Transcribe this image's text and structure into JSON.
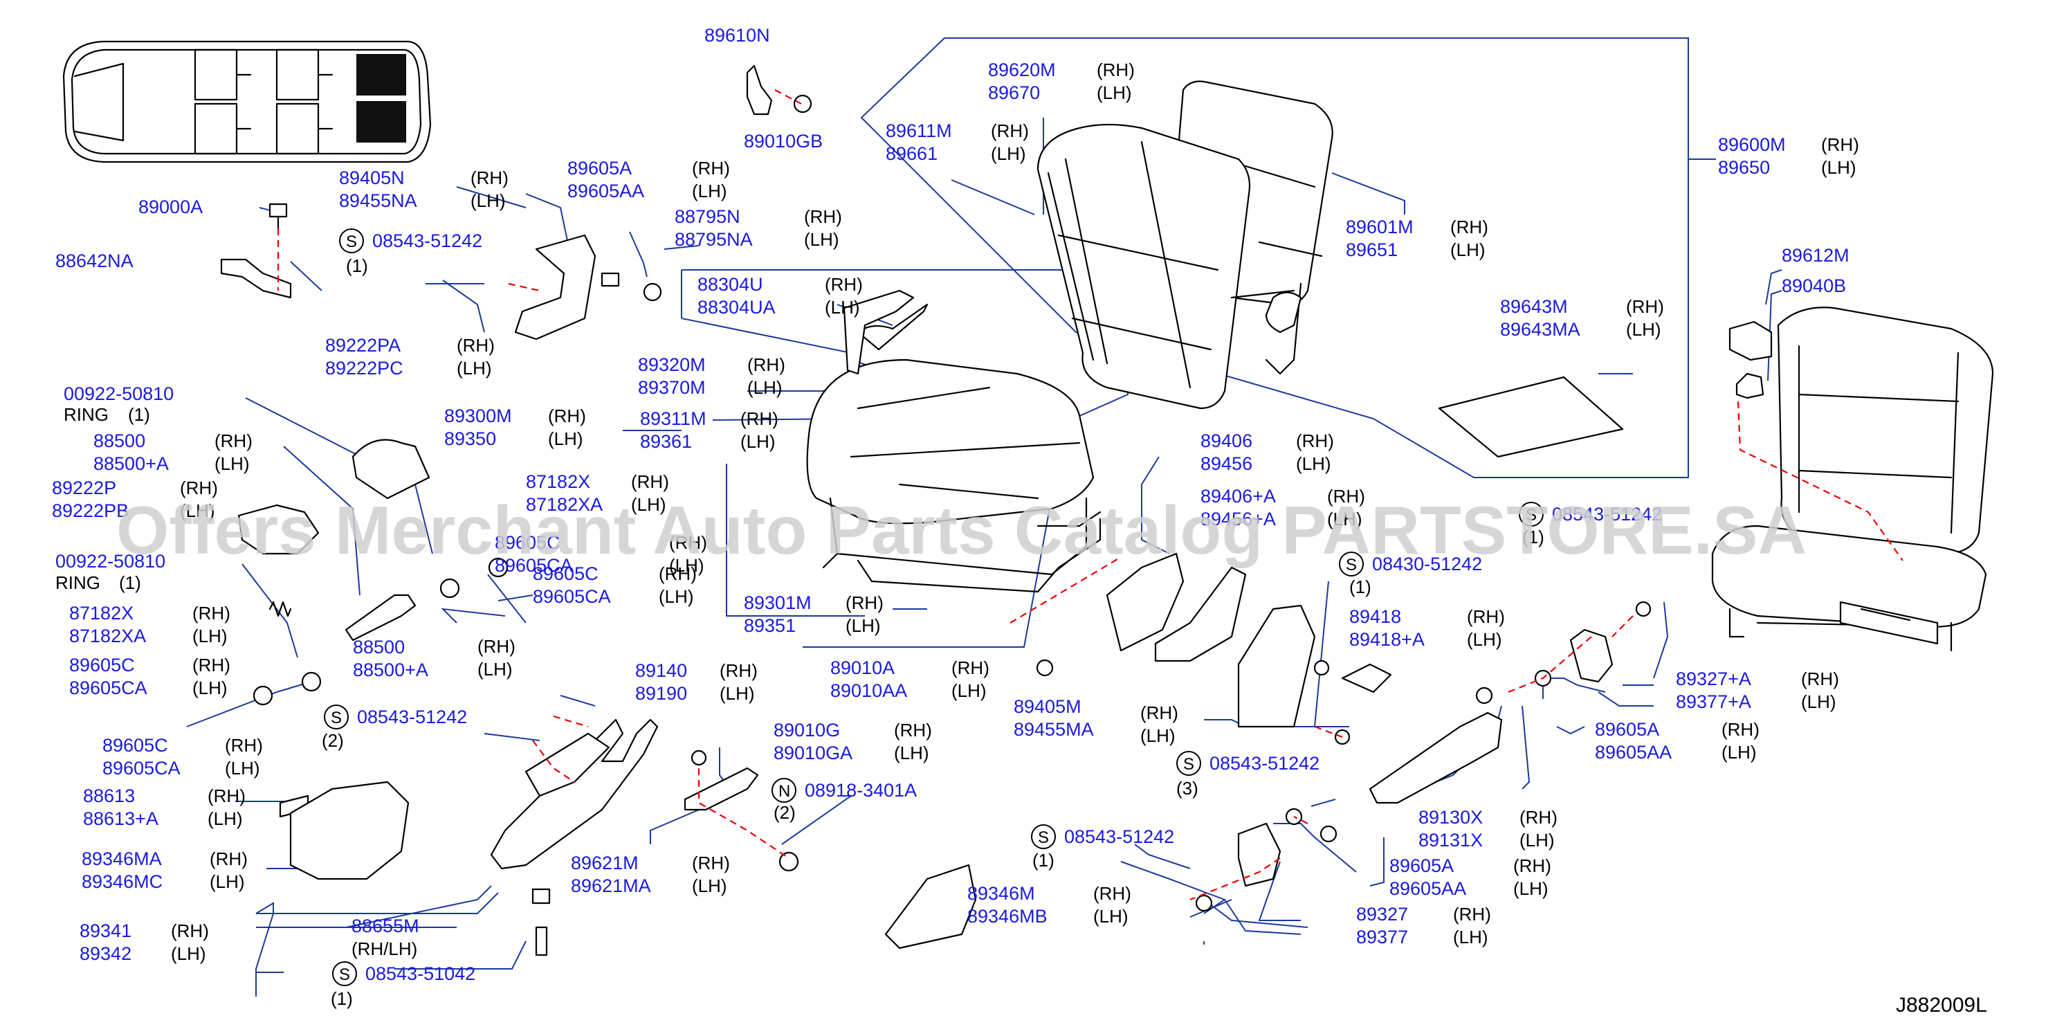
{
  "diagram_code": "J882009L",
  "watermark": "Offers Merchant Auto Parts Catalog PARTSTORE.SA",
  "labels": [
    {
      "id": "l89610N",
      "lines": [
        "89610N"
      ]
    },
    {
      "id": "l89010GB",
      "lines": [
        "89010GB"
      ]
    },
    {
      "id": "l89620M",
      "lines": [
        "89620M",
        "89670"
      ],
      "sides": [
        "(RH)",
        "(LH)"
      ]
    },
    {
      "id": "l89611M",
      "lines": [
        "89611M",
        "89661"
      ],
      "sides": [
        "(RH)",
        "(LH)"
      ]
    },
    {
      "id": "l89600M",
      "lines": [
        "89600M",
        "89650"
      ],
      "sides": [
        "(RH)",
        "(LH)"
      ]
    },
    {
      "id": "l89601M",
      "lines": [
        "89601M",
        "89651"
      ],
      "sides": [
        "(RH)",
        "(LH)"
      ]
    },
    {
      "id": "l89643M",
      "lines": [
        "89643M",
        "89643MA"
      ],
      "sides": [
        "(RH)",
        "(LH)"
      ]
    },
    {
      "id": "l89612M",
      "lines": [
        "89612M"
      ]
    },
    {
      "id": "l89040B",
      "lines": [
        "89040B"
      ]
    },
    {
      "id": "l89405N",
      "lines": [
        "89405N",
        "89455NA"
      ],
      "sides": [
        "(RH)",
        "(LH)"
      ]
    },
    {
      "id": "l89605A1",
      "lines": [
        "89605A",
        "89605AA"
      ],
      "sides": [
        "(RH)",
        "(LH)"
      ]
    },
    {
      "id": "l88795N",
      "lines": [
        "88795N",
        "88795NA"
      ],
      "sides": [
        "(RH)",
        "(LH)"
      ]
    },
    {
      "id": "l89000A",
      "lines": [
        "89000A"
      ]
    },
    {
      "id": "l88642NA",
      "lines": [
        "88642NA"
      ]
    },
    {
      "id": "l08543a",
      "lines": [
        "08543-51242"
      ],
      "qty": "(1)",
      "circle": "S"
    },
    {
      "id": "l88304U",
      "lines": [
        "88304U",
        "88304UA"
      ],
      "sides": [
        "(RH)",
        "(LH)"
      ]
    },
    {
      "id": "l89222PA",
      "lines": [
        "89222PA",
        "89222PC"
      ],
      "sides": [
        "(RH)",
        "(LH)"
      ]
    },
    {
      "id": "l89320M",
      "lines": [
        "89320M",
        "89370M"
      ],
      "sides": [
        "(RH)",
        "(LH)"
      ]
    },
    {
      "id": "l00922a",
      "lines": [
        "00922-50810"
      ],
      "note": "RING",
      "qty": "(1)"
    },
    {
      "id": "l89300M",
      "lines": [
        "89300M",
        "89350"
      ],
      "sides": [
        "(RH)",
        "(LH)"
      ]
    },
    {
      "id": "l89311M",
      "lines": [
        "89311M",
        "89361"
      ],
      "sides": [
        "(RH)",
        "(LH)"
      ]
    },
    {
      "id": "l88500a",
      "lines": [
        "88500",
        "88500+A"
      ],
      "sides": [
        "(RH)",
        "(LH)"
      ]
    },
    {
      "id": "l89222P",
      "lines": [
        "89222P",
        "89222PB"
      ],
      "sides": [
        "(RH)",
        "(LH)"
      ]
    },
    {
      "id": "l87182Xa",
      "lines": [
        "87182X",
        "87182XA"
      ],
      "sides": [
        "(RH)",
        "(LH)"
      ]
    },
    {
      "id": "l89605Cmid",
      "lines": [
        "89605C",
        "89605CA"
      ],
      "sides": [
        "(RH)",
        "(LH)"
      ]
    },
    {
      "id": "l89605Cmid2",
      "lines": [
        "89605C",
        "89605CA"
      ],
      "sides": [
        "(RH)",
        "(LH)"
      ]
    },
    {
      "id": "l00922b",
      "lines": [
        "00922-50810"
      ],
      "note": "RING",
      "qty": "(1)"
    },
    {
      "id": "l87182Xb",
      "lines": [
        "87182X",
        "87182XA"
      ],
      "sides": [
        "(RH)",
        "(LH)"
      ]
    },
    {
      "id": "l89605Cb",
      "lines": [
        "89605C",
        "89605CA"
      ],
      "sides": [
        "(RH)",
        "(LH)"
      ]
    },
    {
      "id": "l88500b",
      "lines": [
        "88500",
        "88500+A"
      ]
    },
    {
      "id": "l89301M",
      "lines": [
        "89301M",
        "89351"
      ],
      "sides": [
        "(RH)",
        "(LH)"
      ]
    },
    {
      "id": "l89010A",
      "lines": [
        "89010A",
        "89010AA"
      ],
      "sides": [
        "(RH)",
        "(LH)"
      ]
    },
    {
      "id": "l89405M",
      "lines": [
        "89405M",
        "89455MA"
      ]
    },
    {
      "id": "l89406",
      "lines": [
        "89406",
        "89456"
      ],
      "sides": [
        "(RH)",
        "(LH)"
      ]
    },
    {
      "id": "l89406A",
      "lines": [
        "89406+A",
        "89456+A"
      ],
      "sides": [
        "(RH)",
        "(LH)"
      ]
    },
    {
      "id": "l08543r",
      "lines": [
        "08543-51242"
      ],
      "qty": "(1)",
      "circle": "S"
    },
    {
      "id": "l08430",
      "lines": [
        "08430-51242"
      ],
      "qty": "(1)",
      "circle": "S"
    },
    {
      "id": "l89418",
      "lines": [
        "89418",
        "89418+A"
      ],
      "sides": [
        "(RH)",
        "(LH)"
      ]
    },
    {
      "id": "l89327A",
      "lines": [
        "89327+A",
        "89377+A"
      ],
      "sides": [
        "(RH)",
        "(LH)"
      ]
    },
    {
      "id": "l89605Ar",
      "lines": [
        "89605A",
        "89605AA"
      ],
      "sides": [
        "(RH)",
        "(LH)"
      ]
    },
    {
      "id": "l89140",
      "lines": [
        "89140",
        "89190"
      ],
      "sides": [
        "(RH)",
        "(LH)"
      ]
    },
    {
      "id": "lrhlh",
      "lines": [],
      "sides": [
        "(RH)",
        "(LH)"
      ]
    },
    {
      "id": "l08543b",
      "lines": [
        "08543-51242"
      ],
      "qty": "(2)",
      "circle": "S"
    },
    {
      "id": "l89605Cc",
      "lines": [
        "89605C",
        "89605CA"
      ],
      "sides": [
        "(RH)",
        "(LH)"
      ]
    },
    {
      "id": "l89010G",
      "lines": [
        "89010G",
        "89010GA"
      ],
      "sides": [
        "(RH)",
        "(LH)"
      ]
    },
    {
      "id": "l08918",
      "lines": [
        "08918-3401A"
      ],
      "qty": "(2)",
      "circle": "N"
    },
    {
      "id": "l88613",
      "lines": [
        "88613",
        "88613+A"
      ],
      "sides": [
        "(RH)",
        "(LH)"
      ]
    },
    {
      "id": "l89621M",
      "lines": [
        "89621M",
        "89621MA"
      ],
      "sides": [
        "(RH)",
        "(LH)"
      ]
    },
    {
      "id": "l89346MA",
      "lines": [
        "89346MA",
        "89346MC"
      ],
      "sides": [
        "(RH)",
        "(LH)"
      ]
    },
    {
      "id": "lrhlh2",
      "lines": [],
      "sides": [
        "(RH)",
        "(LH)"
      ]
    },
    {
      "id": "l08543c",
      "lines": [
        "08543-51242"
      ],
      "qty": "(3)",
      "circle": "S"
    },
    {
      "id": "l89130X",
      "lines": [
        "89130X",
        "89131X"
      ],
      "sides": [
        "(RH)",
        "(LH)"
      ]
    },
    {
      "id": "l08543d",
      "lines": [
        "08543-51242"
      ],
      "qty": "(1)",
      "circle": "S"
    },
    {
      "id": "l89605Ab",
      "lines": [
        "89605A",
        "89605AA"
      ],
      "sides": [
        "(RH)",
        "(LH)"
      ]
    },
    {
      "id": "l89346M",
      "lines": [
        "89346M",
        "89346MB"
      ],
      "sides": [
        "(RH)",
        "(LH)"
      ]
    },
    {
      "id": "l89327",
      "lines": [
        "89327",
        "89377"
      ],
      "sides": [
        "(RH)",
        "(LH)"
      ]
    },
    {
      "id": "l88655M",
      "lines": [
        "88655M"
      ],
      "note": "(RH/LH)"
    },
    {
      "id": "l89341",
      "lines": [
        "89341",
        "89342"
      ],
      "sides": [
        "(RH)",
        "(LH)"
      ]
    },
    {
      "id": "l08543e",
      "lines": [
        "08543-51042"
      ],
      "qty": "(1)",
      "circle": "S"
    }
  ]
}
